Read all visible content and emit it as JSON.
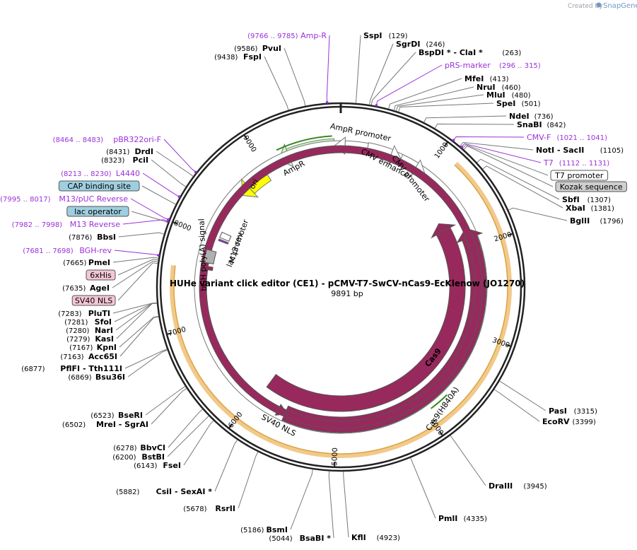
{
  "watermark": {
    "created_by": "Created by",
    "brand": "SnapGene"
  },
  "title": "HUHe variant click editor (CE1) - pCMV-T7-SwCV-nCas9-EcKlenow (JO1270)",
  "length_label": "9891 bp",
  "total_bp": 9891,
  "ticks": [
    {
      "bp": 1000,
      "label": "1000"
    },
    {
      "bp": 2000,
      "label": "2000"
    },
    {
      "bp": 3000,
      "label": "3000"
    },
    {
      "bp": 4000,
      "label": "4000"
    },
    {
      "bp": 5000,
      "label": "5000"
    },
    {
      "bp": 6000,
      "label": "6000"
    },
    {
      "bp": 7000,
      "label": "7000"
    },
    {
      "bp": 8000,
      "label": "8000"
    },
    {
      "bp": 9000,
      "label": "9000"
    }
  ],
  "right_labels": [
    {
      "name": "SspI",
      "pos": "(129)",
      "bp": 129
    },
    {
      "name": "SgrDI",
      "pos": "(246)",
      "bp": 246
    },
    {
      "name": "BspDI * - ClaI *",
      "pos": "(263)",
      "bp": 263
    },
    {
      "primer": "pRS-marker",
      "pos": "(296 .. 315)",
      "bp": 305
    },
    {
      "name": "MfeI",
      "pos": "(413)",
      "bp": 413
    },
    {
      "name": "NruI",
      "pos": "(460)",
      "bp": 460
    },
    {
      "name": "MluI",
      "pos": "(480)",
      "bp": 480
    },
    {
      "name": "SpeI",
      "pos": "(501)",
      "bp": 501
    },
    {
      "name": "NdeI",
      "pos": "(736)",
      "bp": 736
    },
    {
      "name": "SnaBI",
      "pos": "(842)",
      "bp": 842
    },
    {
      "primer": "CMV-F",
      "pos": "(1021 .. 1041)",
      "bp": 1031
    },
    {
      "name": "NotI - SacII",
      "pos": "(1105)",
      "bp": 1105
    },
    {
      "primer": "T7",
      "pos": "(1112 .. 1131)",
      "bp": 1121
    },
    {
      "box": "T7 promoter",
      "bp": 1135
    },
    {
      "box": "Kozak sequence",
      "bp": 1150
    },
    {
      "name": "SbfI",
      "pos": "(1307)",
      "bp": 1307
    },
    {
      "name": "XbaI",
      "pos": "(1381)",
      "bp": 1381
    },
    {
      "name": "BglII",
      "pos": "(1796)",
      "bp": 1796
    },
    {
      "name": "PasI",
      "pos": "(3315)",
      "bp": 3315
    },
    {
      "name": "EcoRV",
      "pos": "(3399)",
      "bp": 3399
    },
    {
      "name": "DraIII",
      "pos": "(3945)",
      "bp": 3945
    },
    {
      "name": "PmlI",
      "pos": "(4335)",
      "bp": 4335
    },
    {
      "name": "KflI",
      "pos": "(4923)",
      "bp": 4923
    }
  ],
  "left_labels": [
    {
      "primer": "Amp-R",
      "pos": "(9766 .. 9785)",
      "bp": 9775
    },
    {
      "name": "PvuI",
      "pos": "(9586)",
      "bp": 9586
    },
    {
      "name": "FspI",
      "pos": "(9438)",
      "bp": 9438
    },
    {
      "primer": "pBR322ori-F",
      "pos": "(8464 .. 8483)",
      "bp": 8473
    },
    {
      "name": "DrdI",
      "pos": "(8431)",
      "bp": 8431
    },
    {
      "name": "PciI",
      "pos": "(8323)",
      "bp": 8323
    },
    {
      "primer": "L4440",
      "pos": "(8213 .. 8230)",
      "bp": 8221
    },
    {
      "box": "CAP binding site",
      "bp": 8150
    },
    {
      "primer": "M13/pUC Reverse",
      "pos": "(7995 .. 8017)",
      "bp": 8006
    },
    {
      "box": "lac operator",
      "bp": 7980
    },
    {
      "primer": "M13 Reverse",
      "pos": "(7982 .. 7998)",
      "bp": 7990
    },
    {
      "name": "BbsI",
      "pos": "(7876)",
      "bp": 7876
    },
    {
      "primer": "BGH-rev",
      "pos": "(7681 .. 7698)",
      "bp": 7690
    },
    {
      "name": "PmeI",
      "pos": "(7665)",
      "bp": 7665
    },
    {
      "box": "6xHis",
      "bp": 7650
    },
    {
      "name": "AgeI",
      "pos": "(7635)",
      "bp": 7635
    },
    {
      "box": "SV40 NLS",
      "bp": 7620
    },
    {
      "name": "PluTI",
      "pos": "(7283)",
      "bp": 7283
    },
    {
      "name": "SfoI",
      "pos": "(7281)",
      "bp": 7281
    },
    {
      "name": "NarI",
      "pos": "(7280)",
      "bp": 7280
    },
    {
      "name": "KasI",
      "pos": "(7279)",
      "bp": 7279
    },
    {
      "name": "KpnI",
      "pos": "(7167)",
      "bp": 7167
    },
    {
      "name": "Acc65I",
      "pos": "(7163)",
      "bp": 7163
    },
    {
      "name": "PflFI - Tth111I",
      "pos": "(6877)",
      "bp": 6877
    },
    {
      "name": "Bsu36I",
      "pos": "(6869)",
      "bp": 6869
    },
    {
      "name": "BseRI",
      "pos": "(6523)",
      "bp": 6523
    },
    {
      "name": "MreI - SgrAI",
      "pos": "(6502)",
      "bp": 6502
    },
    {
      "name": "BbvCI",
      "pos": "(6278)",
      "bp": 6278
    },
    {
      "name": "BstBI",
      "pos": "(6200)",
      "bp": 6200
    },
    {
      "name": "FseI",
      "pos": "(6143)",
      "bp": 6143
    },
    {
      "name": "CsiI - SexAI *",
      "pos": "(5882)",
      "bp": 5882
    },
    {
      "name": "RsrII",
      "pos": "(5678)",
      "bp": 5678
    },
    {
      "name": "BsmI",
      "pos": "(5186)",
      "bp": 5186
    },
    {
      "name": "BsaBI *",
      "pos": "(5044)",
      "bp": 5044
    }
  ],
  "features": [
    {
      "label": "AmpR",
      "color": "#c9f7c4",
      "stroke": "#777777",
      "kind": "arrow",
      "ring": 0
    },
    {
      "label": "AmpR promoter",
      "color": "#ffffff",
      "stroke": "#777777",
      "kind": "arrow",
      "ring": 0
    },
    {
      "label": "CMV enhancer",
      "color": "#ffffff",
      "stroke": "#777777",
      "kind": "arrow",
      "ring": 0
    },
    {
      "label": "CMV promoter",
      "color": "#ffffff",
      "stroke": "#777777",
      "kind": "arrow",
      "ring": 0
    },
    {
      "label": "ori",
      "color": "#ffff00",
      "stroke": "#777777",
      "kind": "arrow",
      "ring": 0
    },
    {
      "label": "lac promoter",
      "color": "#ffffff",
      "stroke": "#777777",
      "kind": "small",
      "ring": 0
    },
    {
      "label": "M13 rev",
      "color": "#9b30d9",
      "stroke": "#555555",
      "kind": "small",
      "ring": 0
    },
    {
      "label": "bGH poly(A) signal",
      "color": "#b0b0b0",
      "stroke": "#555555",
      "kind": "small",
      "ring": 0
    },
    {
      "label": "Cas9",
      "color": "#98295d",
      "stroke": "#555555",
      "kind": "arrow",
      "ring": 0
    },
    {
      "label": "Cas9(H840A)",
      "color": "#98295d",
      "stroke": "#555555",
      "kind": "arrow",
      "ring": 1
    },
    {
      "label": "SV40 NLS",
      "color": "#98295d",
      "stroke": "#555555",
      "kind": "small",
      "ring": 0
    }
  ]
}
